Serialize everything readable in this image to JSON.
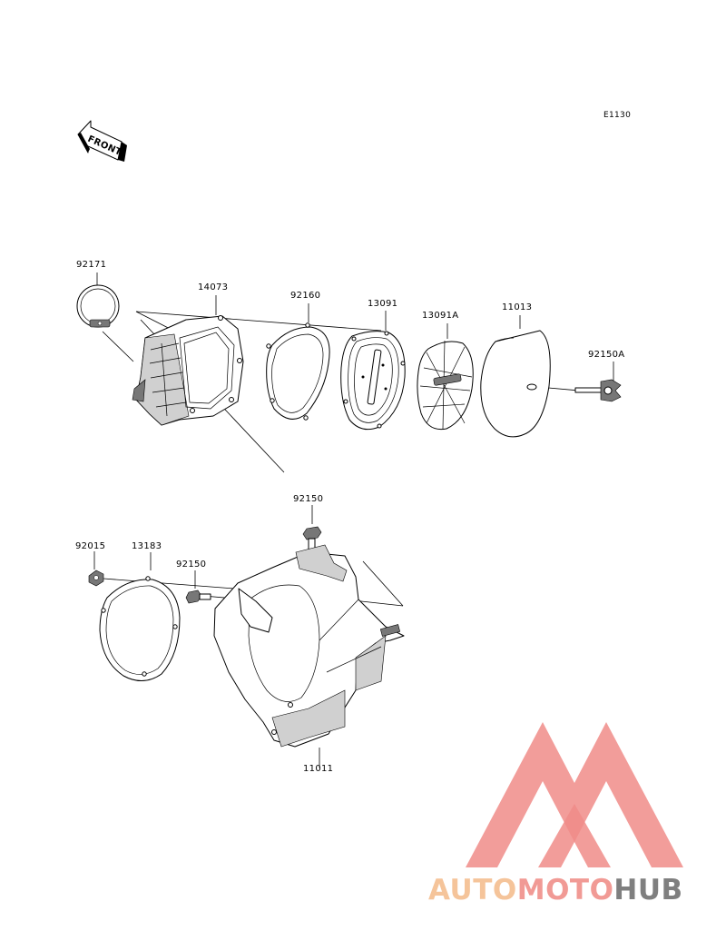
{
  "frame_code": "E1130",
  "front_label": "FRONT",
  "part_labels": {
    "p92171": "92171",
    "p14073": "14073",
    "p92160": "92160",
    "p13091": "13091",
    "p13091A": "13091A",
    "p11013": "11013",
    "p92150A": "92150A",
    "p92150_top": "92150",
    "p92015": "92015",
    "p13183": "13183",
    "p92150_left": "92150",
    "p11011": "11011"
  },
  "watermark": {
    "segments": [
      "AUTO",
      "MOTO",
      "HUB"
    ],
    "colors": {
      "auto": "#f5c49a",
      "moto": "#f19a95",
      "hub": "#7f7f7f",
      "logo": "#f08c88"
    }
  }
}
